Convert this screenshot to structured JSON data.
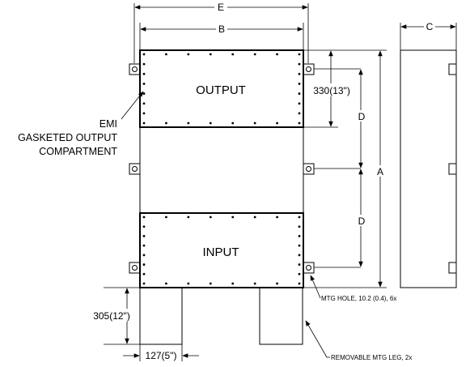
{
  "labels": {
    "output": "OUTPUT",
    "input": "INPUT",
    "e": "E",
    "b": "B",
    "c": "C",
    "d_upper": "D",
    "d_lower": "D",
    "a": "A",
    "output_height": "330(13\")",
    "leg_height": "305(12\")",
    "leg_width": "127(5\")",
    "emi_line1": "EMI",
    "emi_line2": "GASKETED OUTPUT",
    "emi_line3": "COMPARTMENT",
    "mtg_hole": "MTG HOLE, 10.2 (0.4), 6x",
    "mtg_leg": "REMOVABLE MTG LEG, 2x"
  }
}
